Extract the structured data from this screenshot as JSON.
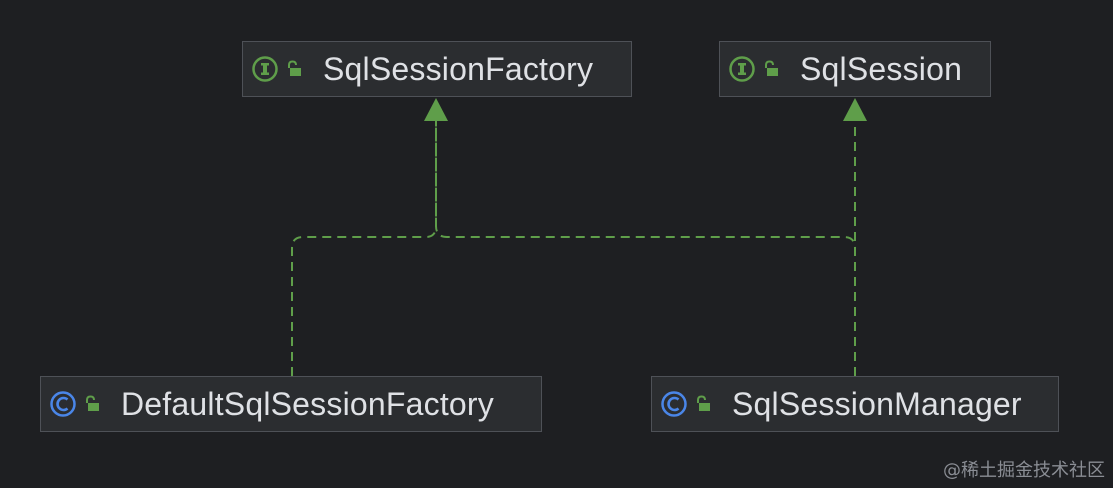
{
  "diagram": {
    "nodes": [
      {
        "id": "sqlsessionfactory",
        "label": "SqlSessionFactory",
        "kind": "interface",
        "kind_icon": "interface-icon",
        "visibility_icon": "unlock-icon"
      },
      {
        "id": "sqlsession",
        "label": "SqlSession",
        "kind": "interface",
        "kind_icon": "interface-icon",
        "visibility_icon": "unlock-icon"
      },
      {
        "id": "defaultsqlsessionfactory",
        "label": "DefaultSqlSessionFactory",
        "kind": "class",
        "kind_icon": "class-icon",
        "visibility_icon": "unlock-icon"
      },
      {
        "id": "sqlsessionmanager",
        "label": "SqlSessionManager",
        "kind": "class",
        "kind_icon": "class-icon",
        "visibility_icon": "unlock-icon"
      }
    ],
    "edges": [
      {
        "from": "defaultsqlsessionfactory",
        "to": "sqlsessionfactory",
        "type": "implements"
      },
      {
        "from": "sqlsessionmanager",
        "to": "sqlsessionfactory",
        "type": "implements"
      },
      {
        "from": "sqlsessionmanager",
        "to": "sqlsession",
        "type": "implements"
      }
    ],
    "colors": {
      "background": "#1e1f22",
      "node_fill": "#2b2d30",
      "node_border": "#4e5157",
      "text": "#dfe1e5",
      "edge": "#5f9e4a",
      "interface_icon": "#5f9e4a",
      "class_icon": "#4a86e8",
      "lock_icon": "#5f9e4a"
    }
  },
  "watermark": "@稀土掘金技术社区"
}
